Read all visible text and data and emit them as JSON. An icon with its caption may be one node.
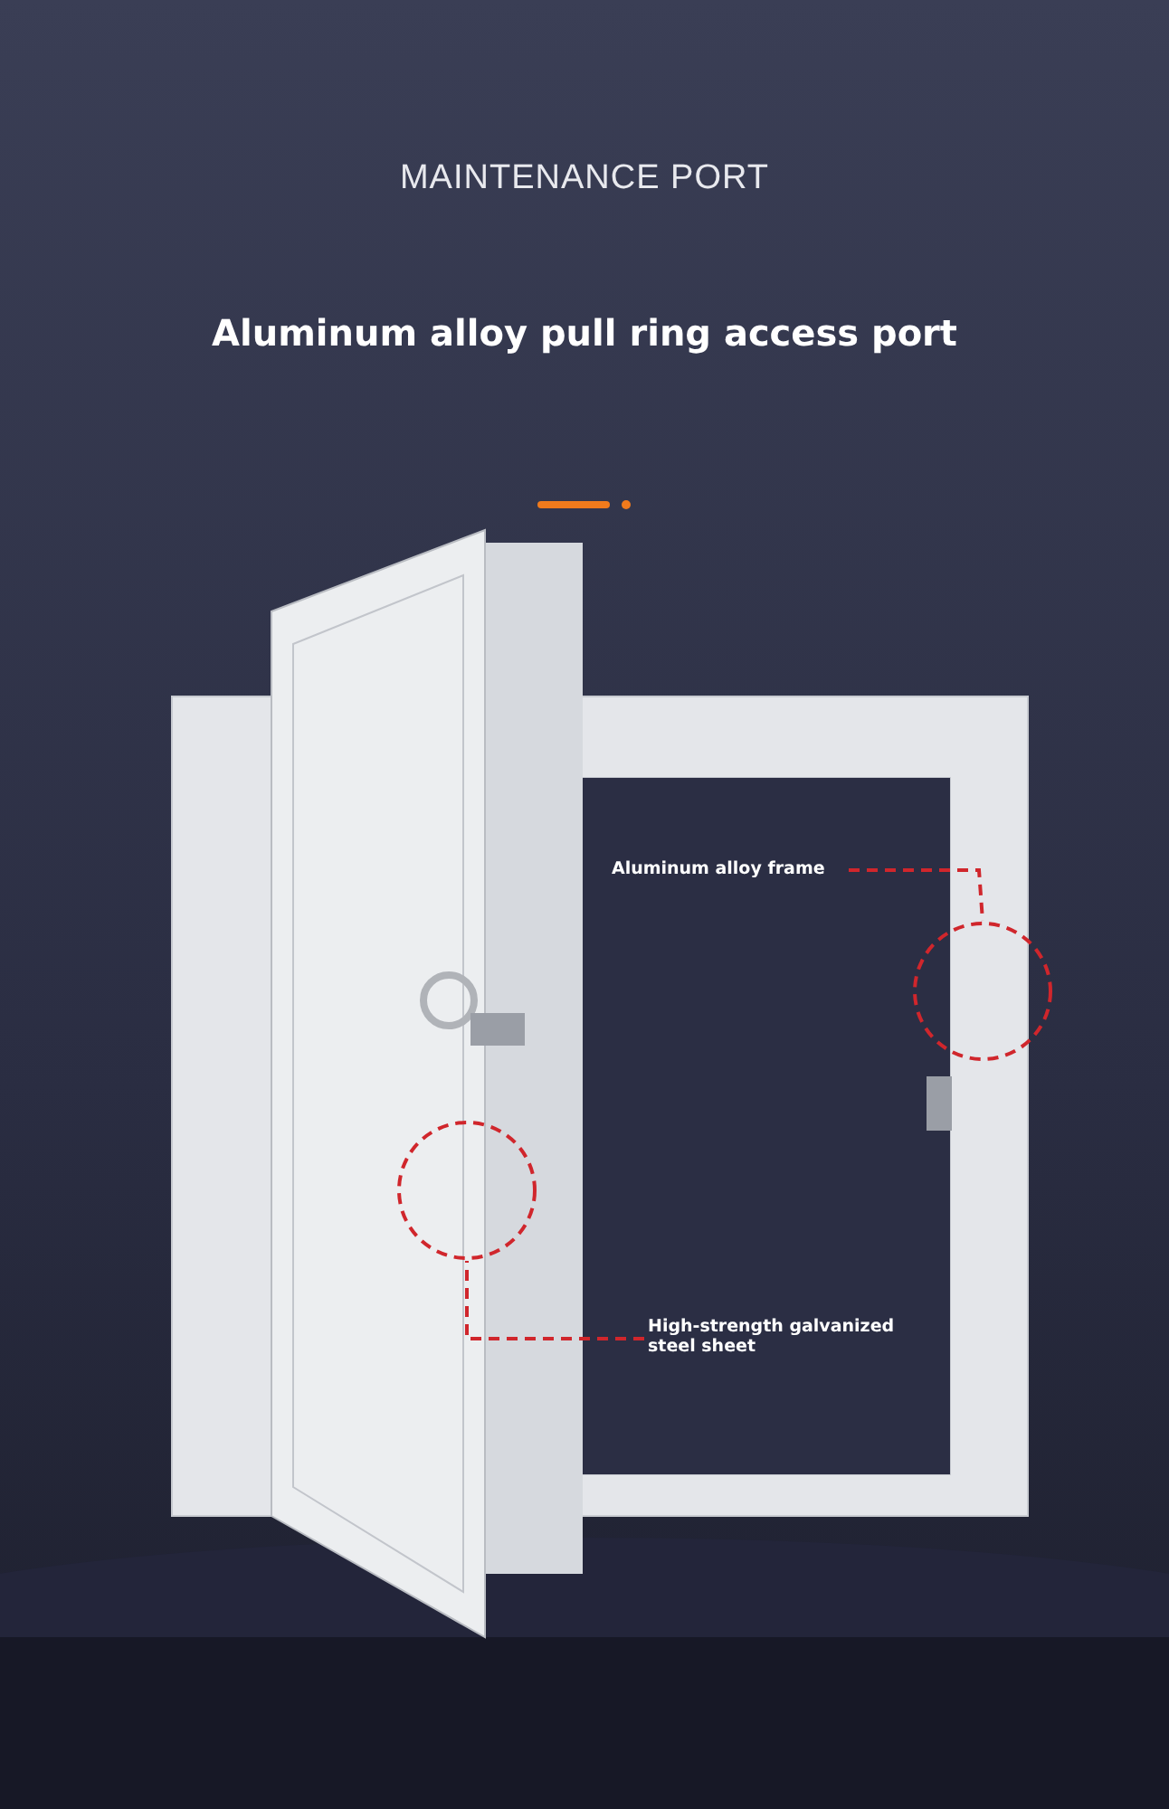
{
  "diagram": {
    "title": "Aluminum alloy pull ring access port",
    "nodes": [
      {
        "text": [
          "Aluminum alloy frame"
        ]
      },
      {
        "text": [],
        "shape": "circle"
      },
      {
        "text": [
          "High-strength galvanized steel sheet"
        ]
      },
      {
        "text": [],
        "shape": "circle"
      }
    ],
    "edges": [
      {
        "from": 0,
        "to": 1,
        "arrow": "none",
        "style": "dashed"
      },
      {
        "from": 2,
        "to": 3,
        "arrow": "none",
        "style": "dashed"
      }
    ],
    "labels": [
      "MAINTENANCE PORT"
    ]
  }
}
